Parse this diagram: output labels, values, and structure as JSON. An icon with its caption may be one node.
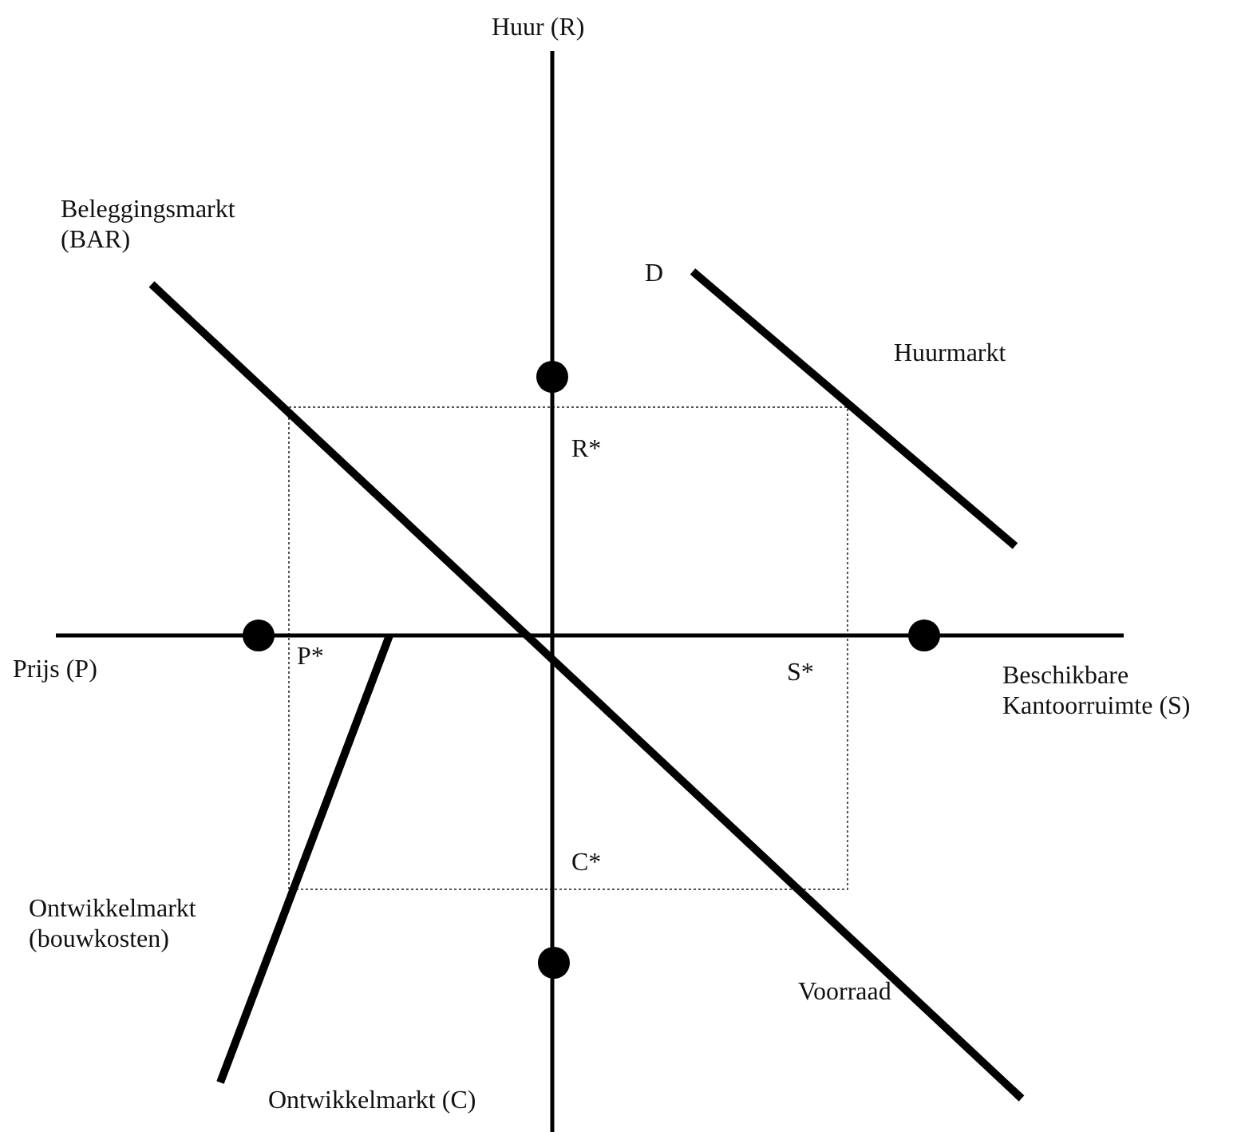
{
  "diagram": {
    "labels": [
      "Huur (R)",
      "Beleggingsmarkt (BAR)",
      "D",
      "Huurmarkt",
      "R*",
      "Prijs (P)",
      "P*",
      "S*",
      "Beschikbare Kantoorruimte (S)",
      "C*",
      "Ontwikkelmarkt (bouwkosten)",
      "Voorraad",
      "Ontwikkelmarkt (C)"
    ]
  }
}
